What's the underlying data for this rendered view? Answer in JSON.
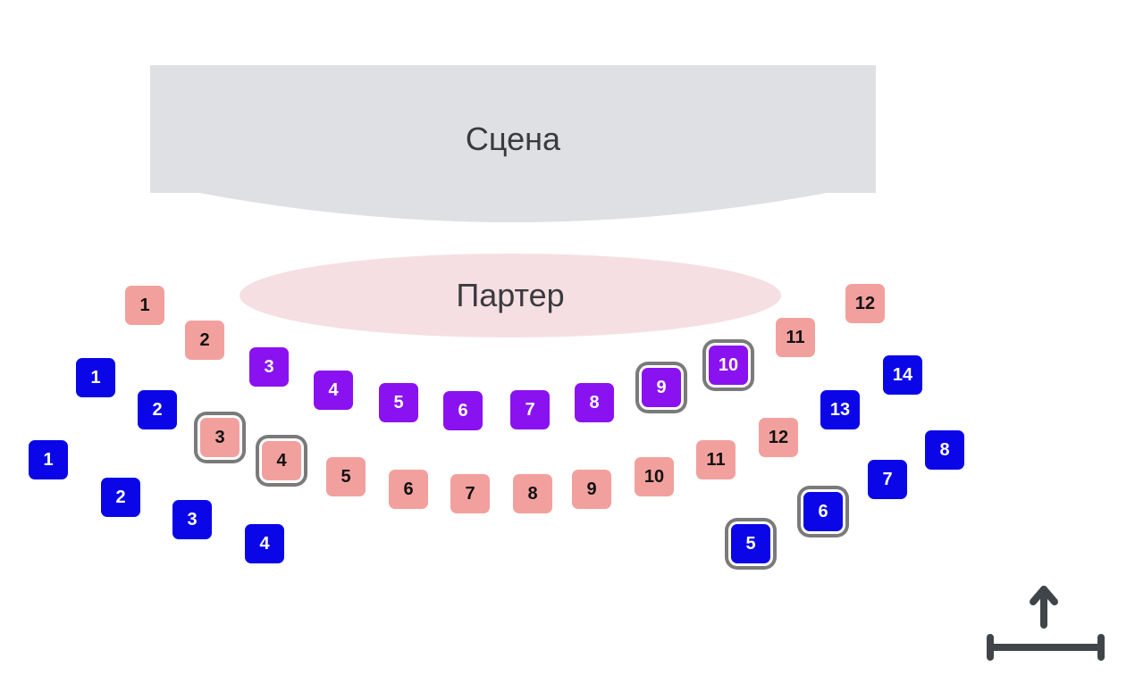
{
  "stage": {
    "label": "Сцена",
    "color": "#dfe0e4"
  },
  "parterre": {
    "label": "Партер",
    "color": "#f5dfe2"
  },
  "seat_colors": {
    "pink": {
      "bg": "#f2a09d",
      "fg": "#111111"
    },
    "purple": {
      "bg": "#8a12f0",
      "fg": "#ffffff"
    },
    "blue": {
      "bg": "#0a06e8",
      "fg": "#ffffff"
    }
  },
  "selection_outline_color": "#7a7a7a",
  "compass": {
    "icon": "arrow-up-bar-icon",
    "color": "#3f4549"
  },
  "seats": [
    {
      "id": "pink-top-1",
      "label": "1",
      "color": "pink",
      "selected": false
    },
    {
      "id": "pink-top-2",
      "label": "2",
      "color": "pink",
      "selected": false
    },
    {
      "id": "pink-top-11",
      "label": "11",
      "color": "pink",
      "selected": false
    },
    {
      "id": "pink-top-12",
      "label": "12",
      "color": "pink",
      "selected": false
    },
    {
      "id": "purple-3",
      "label": "3",
      "color": "purple",
      "selected": false
    },
    {
      "id": "purple-4",
      "label": "4",
      "color": "purple",
      "selected": false
    },
    {
      "id": "purple-5",
      "label": "5",
      "color": "purple",
      "selected": false
    },
    {
      "id": "purple-6",
      "label": "6",
      "color": "purple",
      "selected": false
    },
    {
      "id": "purple-7",
      "label": "7",
      "color": "purple",
      "selected": false
    },
    {
      "id": "purple-8",
      "label": "8",
      "color": "purple",
      "selected": false
    },
    {
      "id": "purple-9",
      "label": "9",
      "color": "purple",
      "selected": true
    },
    {
      "id": "purple-10",
      "label": "10",
      "color": "purple",
      "selected": true
    },
    {
      "id": "blue-a-1",
      "label": "1",
      "color": "blue",
      "selected": false
    },
    {
      "id": "blue-a-2",
      "label": "2",
      "color": "blue",
      "selected": false
    },
    {
      "id": "blue-a-13",
      "label": "13",
      "color": "blue",
      "selected": false
    },
    {
      "id": "blue-a-14",
      "label": "14",
      "color": "blue",
      "selected": false
    },
    {
      "id": "pink-mid-3",
      "label": "3",
      "color": "pink",
      "selected": true
    },
    {
      "id": "pink-mid-4",
      "label": "4",
      "color": "pink",
      "selected": true
    },
    {
      "id": "pink-mid-5",
      "label": "5",
      "color": "pink",
      "selected": false
    },
    {
      "id": "pink-mid-6",
      "label": "6",
      "color": "pink",
      "selected": false
    },
    {
      "id": "pink-mid-7",
      "label": "7",
      "color": "pink",
      "selected": false
    },
    {
      "id": "pink-mid-8",
      "label": "8",
      "color": "pink",
      "selected": false
    },
    {
      "id": "pink-mid-9",
      "label": "9",
      "color": "pink",
      "selected": false
    },
    {
      "id": "pink-mid-10",
      "label": "10",
      "color": "pink",
      "selected": false
    },
    {
      "id": "pink-mid-11",
      "label": "11",
      "color": "pink",
      "selected": false
    },
    {
      "id": "pink-mid-12",
      "label": "12",
      "color": "pink",
      "selected": false
    },
    {
      "id": "blue-b-1",
      "label": "1",
      "color": "blue",
      "selected": false
    },
    {
      "id": "blue-b-2",
      "label": "2",
      "color": "blue",
      "selected": false
    },
    {
      "id": "blue-b-3",
      "label": "3",
      "color": "blue",
      "selected": false
    },
    {
      "id": "blue-b-4",
      "label": "4",
      "color": "blue",
      "selected": false
    },
    {
      "id": "blue-b-5",
      "label": "5",
      "color": "blue",
      "selected": true
    },
    {
      "id": "blue-b-6",
      "label": "6",
      "color": "blue",
      "selected": true
    },
    {
      "id": "blue-b-7",
      "label": "7",
      "color": "blue",
      "selected": false
    },
    {
      "id": "blue-b-8",
      "label": "8",
      "color": "blue",
      "selected": false
    }
  ]
}
